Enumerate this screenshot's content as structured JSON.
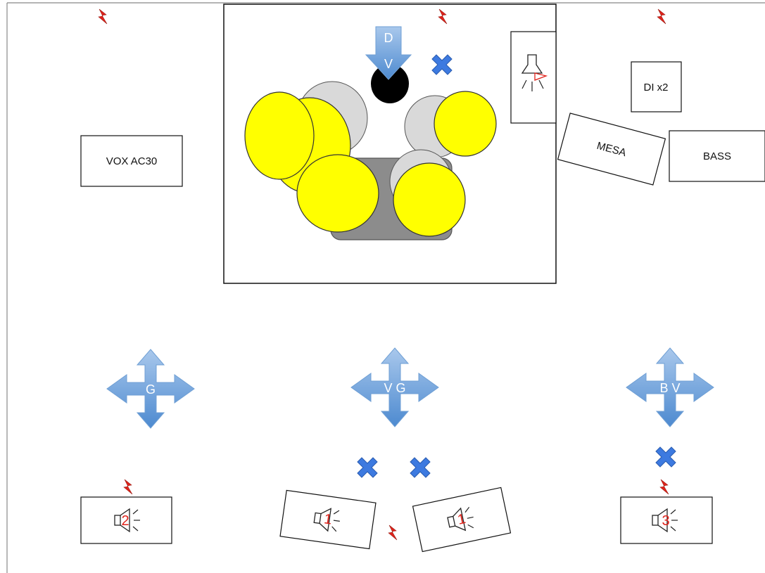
{
  "colors": {
    "drum_yellow": "#ffff00",
    "drum_gray": "#d9d9d9",
    "riser_gray": "#8c8c8c",
    "arrow_blue": "#5b9bd5",
    "x_blue": "#3d7ae0",
    "bolt_red": "#e0231b",
    "number_red": "#e0231b"
  },
  "amps": {
    "vox": "VOX AC30",
    "di": "DI x2",
    "mesa": "MESA",
    "bass": "BASS"
  },
  "drum_arrow": {
    "line1": "D",
    "line2": "V"
  },
  "position_arrows": {
    "left": "G",
    "center": "V G",
    "right": "B V"
  },
  "monitors": {
    "left": "2",
    "center_left": "1",
    "center_right": "1",
    "right": "3"
  },
  "icons": {
    "power": "lightning-bolt-icon",
    "mic_stand": "x-mark-icon",
    "monitor": "speaker-icon",
    "drum_fill": "drum-fill-speaker-icon"
  }
}
